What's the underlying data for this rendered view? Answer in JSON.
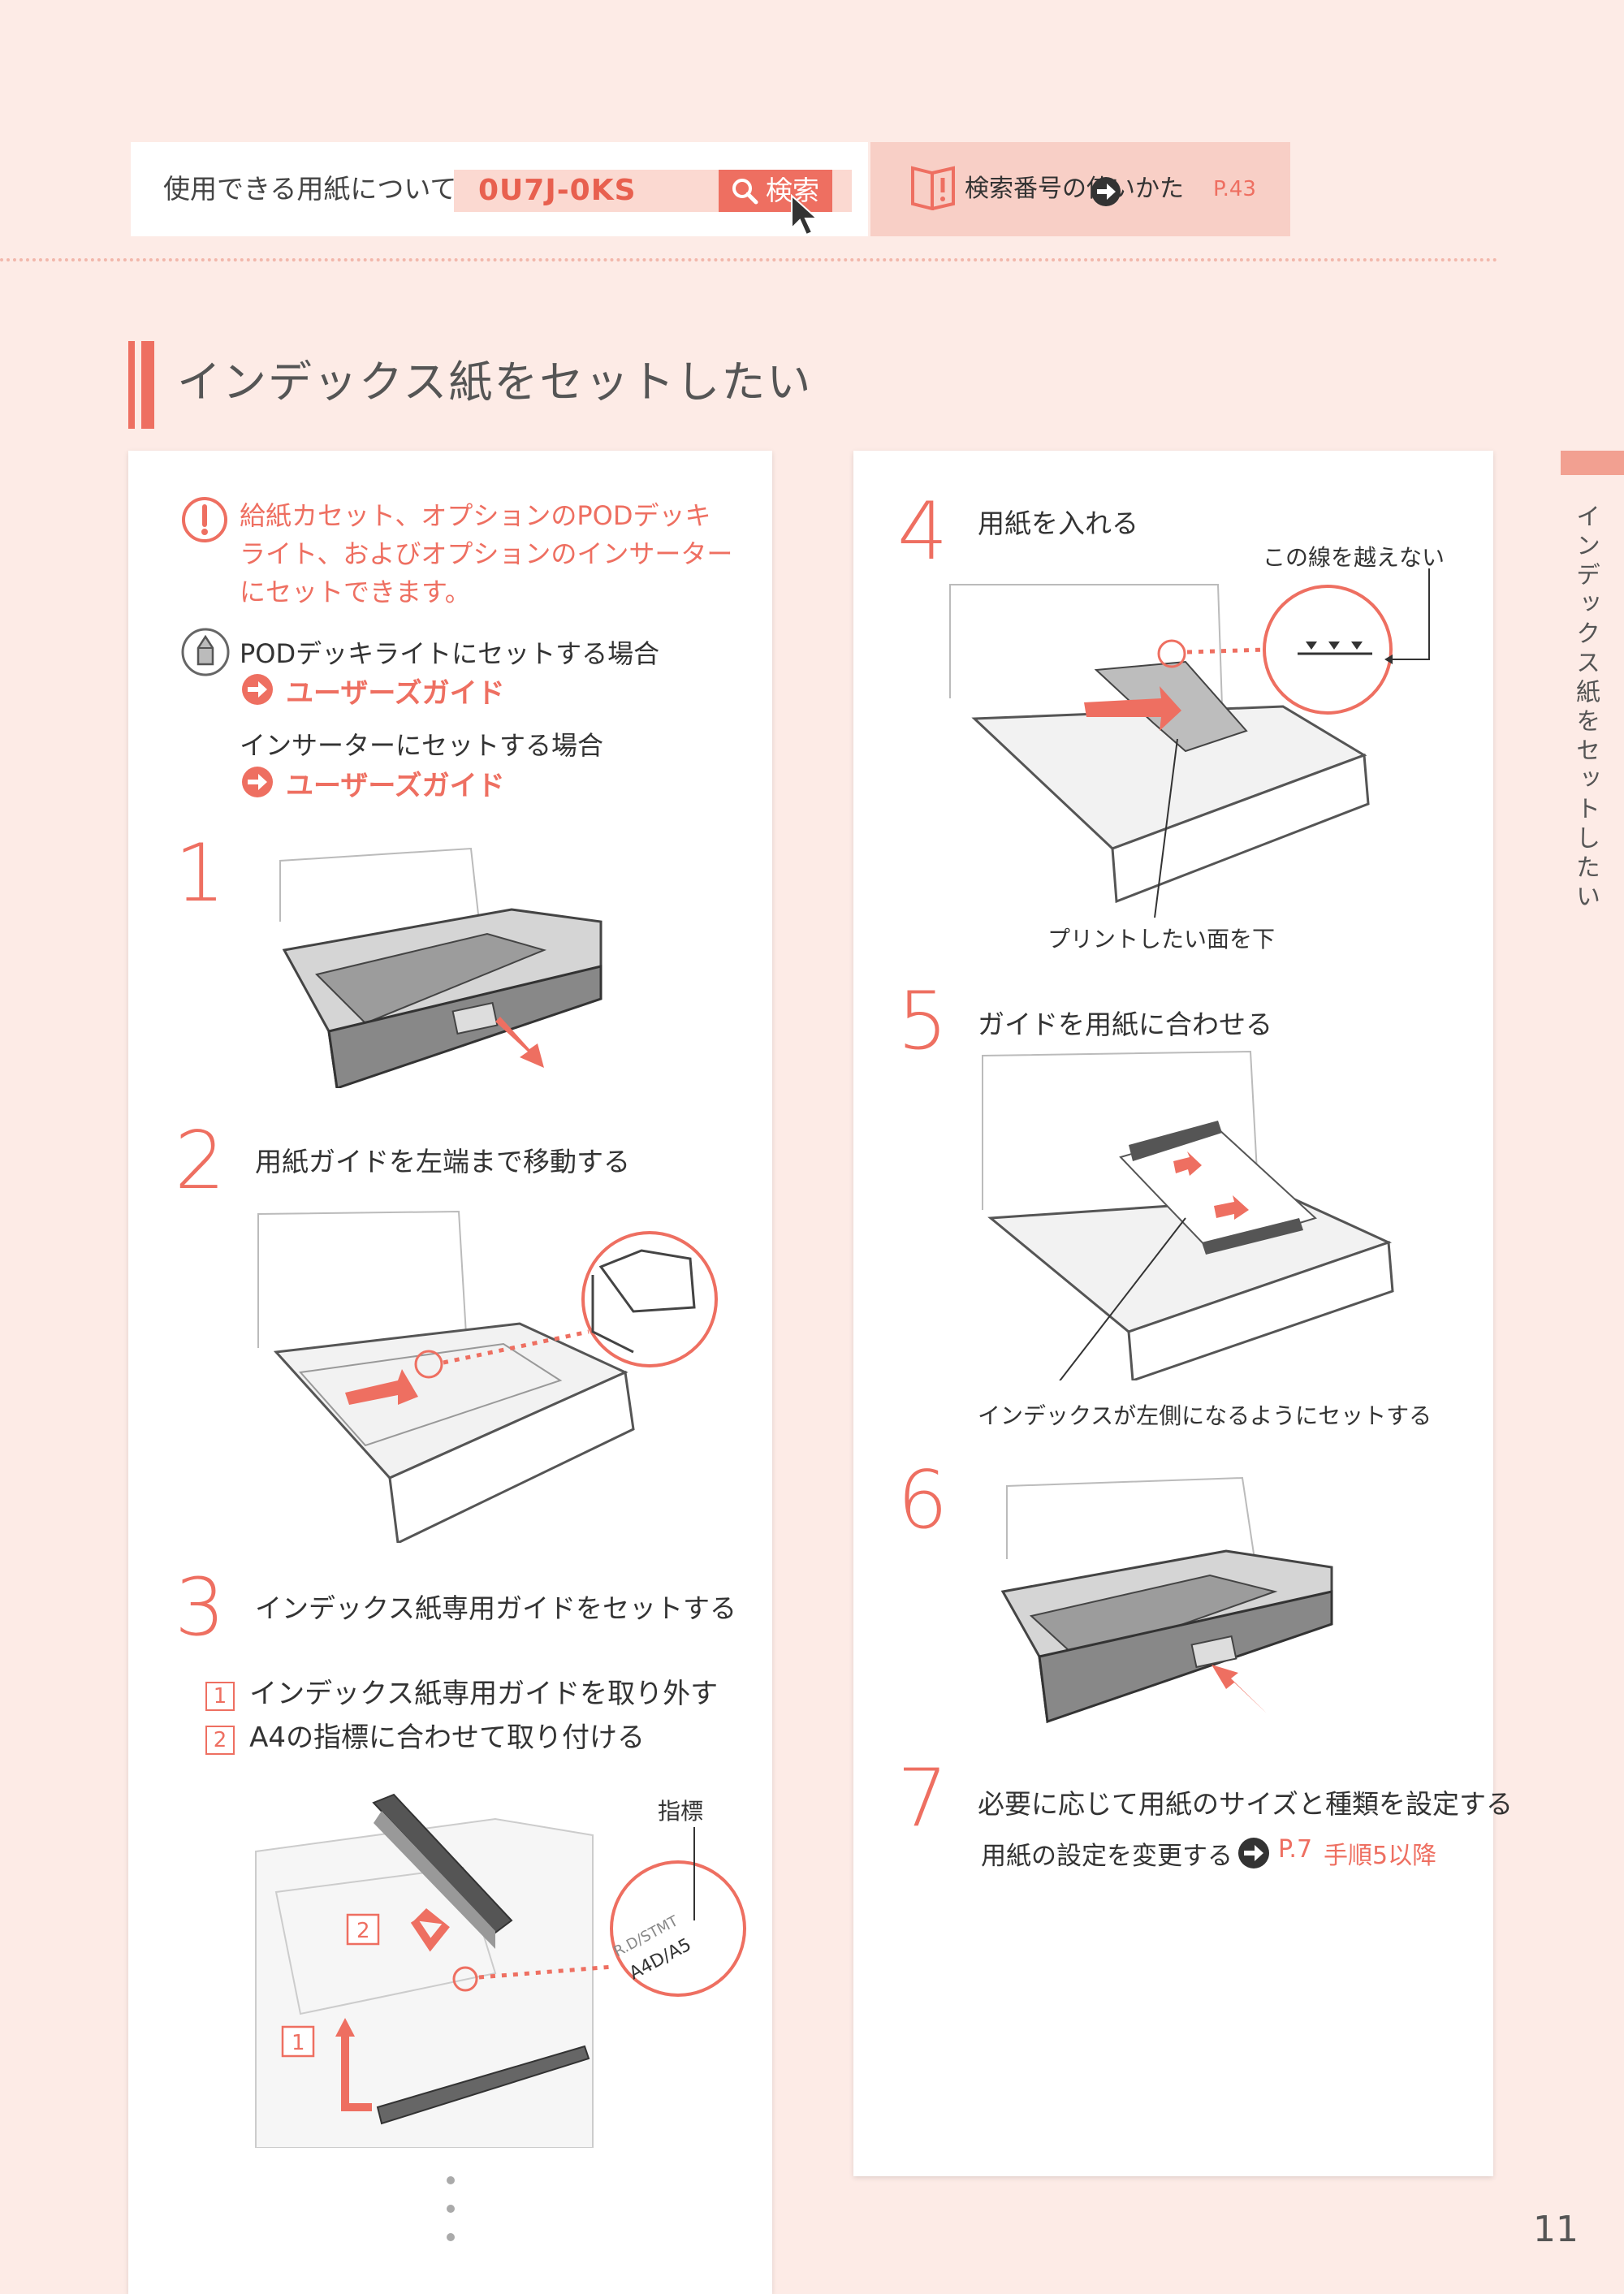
{
  "search_bar": {
    "label": "使用できる用紙について",
    "code": "0U7J-0KS",
    "button": "検索",
    "help_text": "検索番号の使いかた",
    "help_page": "P.43"
  },
  "section_title": "インデックス紙をセットしたい",
  "side_tab": "インデックス紙をセットしたい",
  "page_number": "11",
  "left": {
    "warning": "給紙カセット、オプションのPODデッキライト、およびオプションのインサーターにセットできます。",
    "note1": "PODデッキライトにセットする場合",
    "link1": "ユーザーズガイド",
    "note2": "インサーターにセットする場合",
    "link2": "ユーザーズガイド",
    "steps": [
      {
        "num": "1",
        "text": ""
      },
      {
        "num": "2",
        "text": "用紙ガイドを左端まで移動する"
      },
      {
        "num": "3",
        "text": "インデックス紙専用ガイドをセットする"
      }
    ],
    "substeps": [
      {
        "num": "1",
        "text": "インデックス紙専用ガイドを取り外す"
      },
      {
        "num": "2",
        "text": "A4の指標に合わせて取り付ける"
      }
    ],
    "callout_mark": "指標",
    "callout_text1": "R.D/STMT",
    "callout_text2": "A4D/A5",
    "fig_label1": "1",
    "fig_label2": "2"
  },
  "right": {
    "steps": [
      {
        "num": "4",
        "text": "用紙を入れる"
      },
      {
        "num": "5",
        "text": "ガイドを用紙に合わせる"
      },
      {
        "num": "6",
        "text": ""
      },
      {
        "num": "7",
        "text": "必要に応じて用紙のサイズと種類を設定する"
      }
    ],
    "callout_line": "この線を越えない",
    "callout_face": "プリントしたい面を下",
    "callout_index": "インデックスが左側になるようにセットする",
    "step7_link_text": "用紙の設定を変更する",
    "step7_link_page": "P.7",
    "step7_link_step": "手順5以降"
  },
  "colors": {
    "accent": "#ee6f61",
    "background": "#fdebe6",
    "panel": "#ffffff"
  }
}
